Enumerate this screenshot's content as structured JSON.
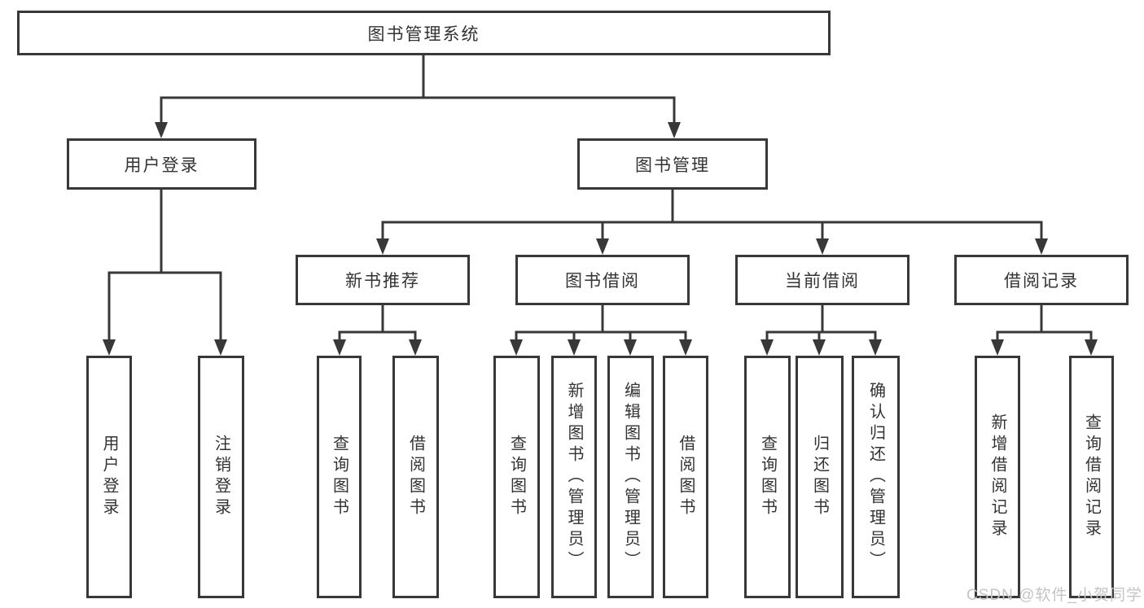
{
  "nodes": {
    "root": "图书管理系统",
    "level2": [
      "用户登录",
      "图书管理"
    ],
    "level3": [
      "新书推荐",
      "图书借阅",
      "当前借阅",
      "借阅记录"
    ],
    "leaves": [
      "用户登录",
      "注销登录",
      "查询图书",
      "借阅图书",
      "查询图书",
      "新增图书（管理员）",
      "编辑图书（管理员）",
      "借阅图书",
      "查询图书",
      "归还图书",
      "确认归还（管理员）",
      "新增借阅记录",
      "查询借阅记录"
    ]
  },
  "watermark": "CSDN @软件_小贺同学",
  "colors": {
    "line": "#383838",
    "text": "#333333",
    "watermark": "#c4c4c4",
    "background": "#ffffff"
  }
}
